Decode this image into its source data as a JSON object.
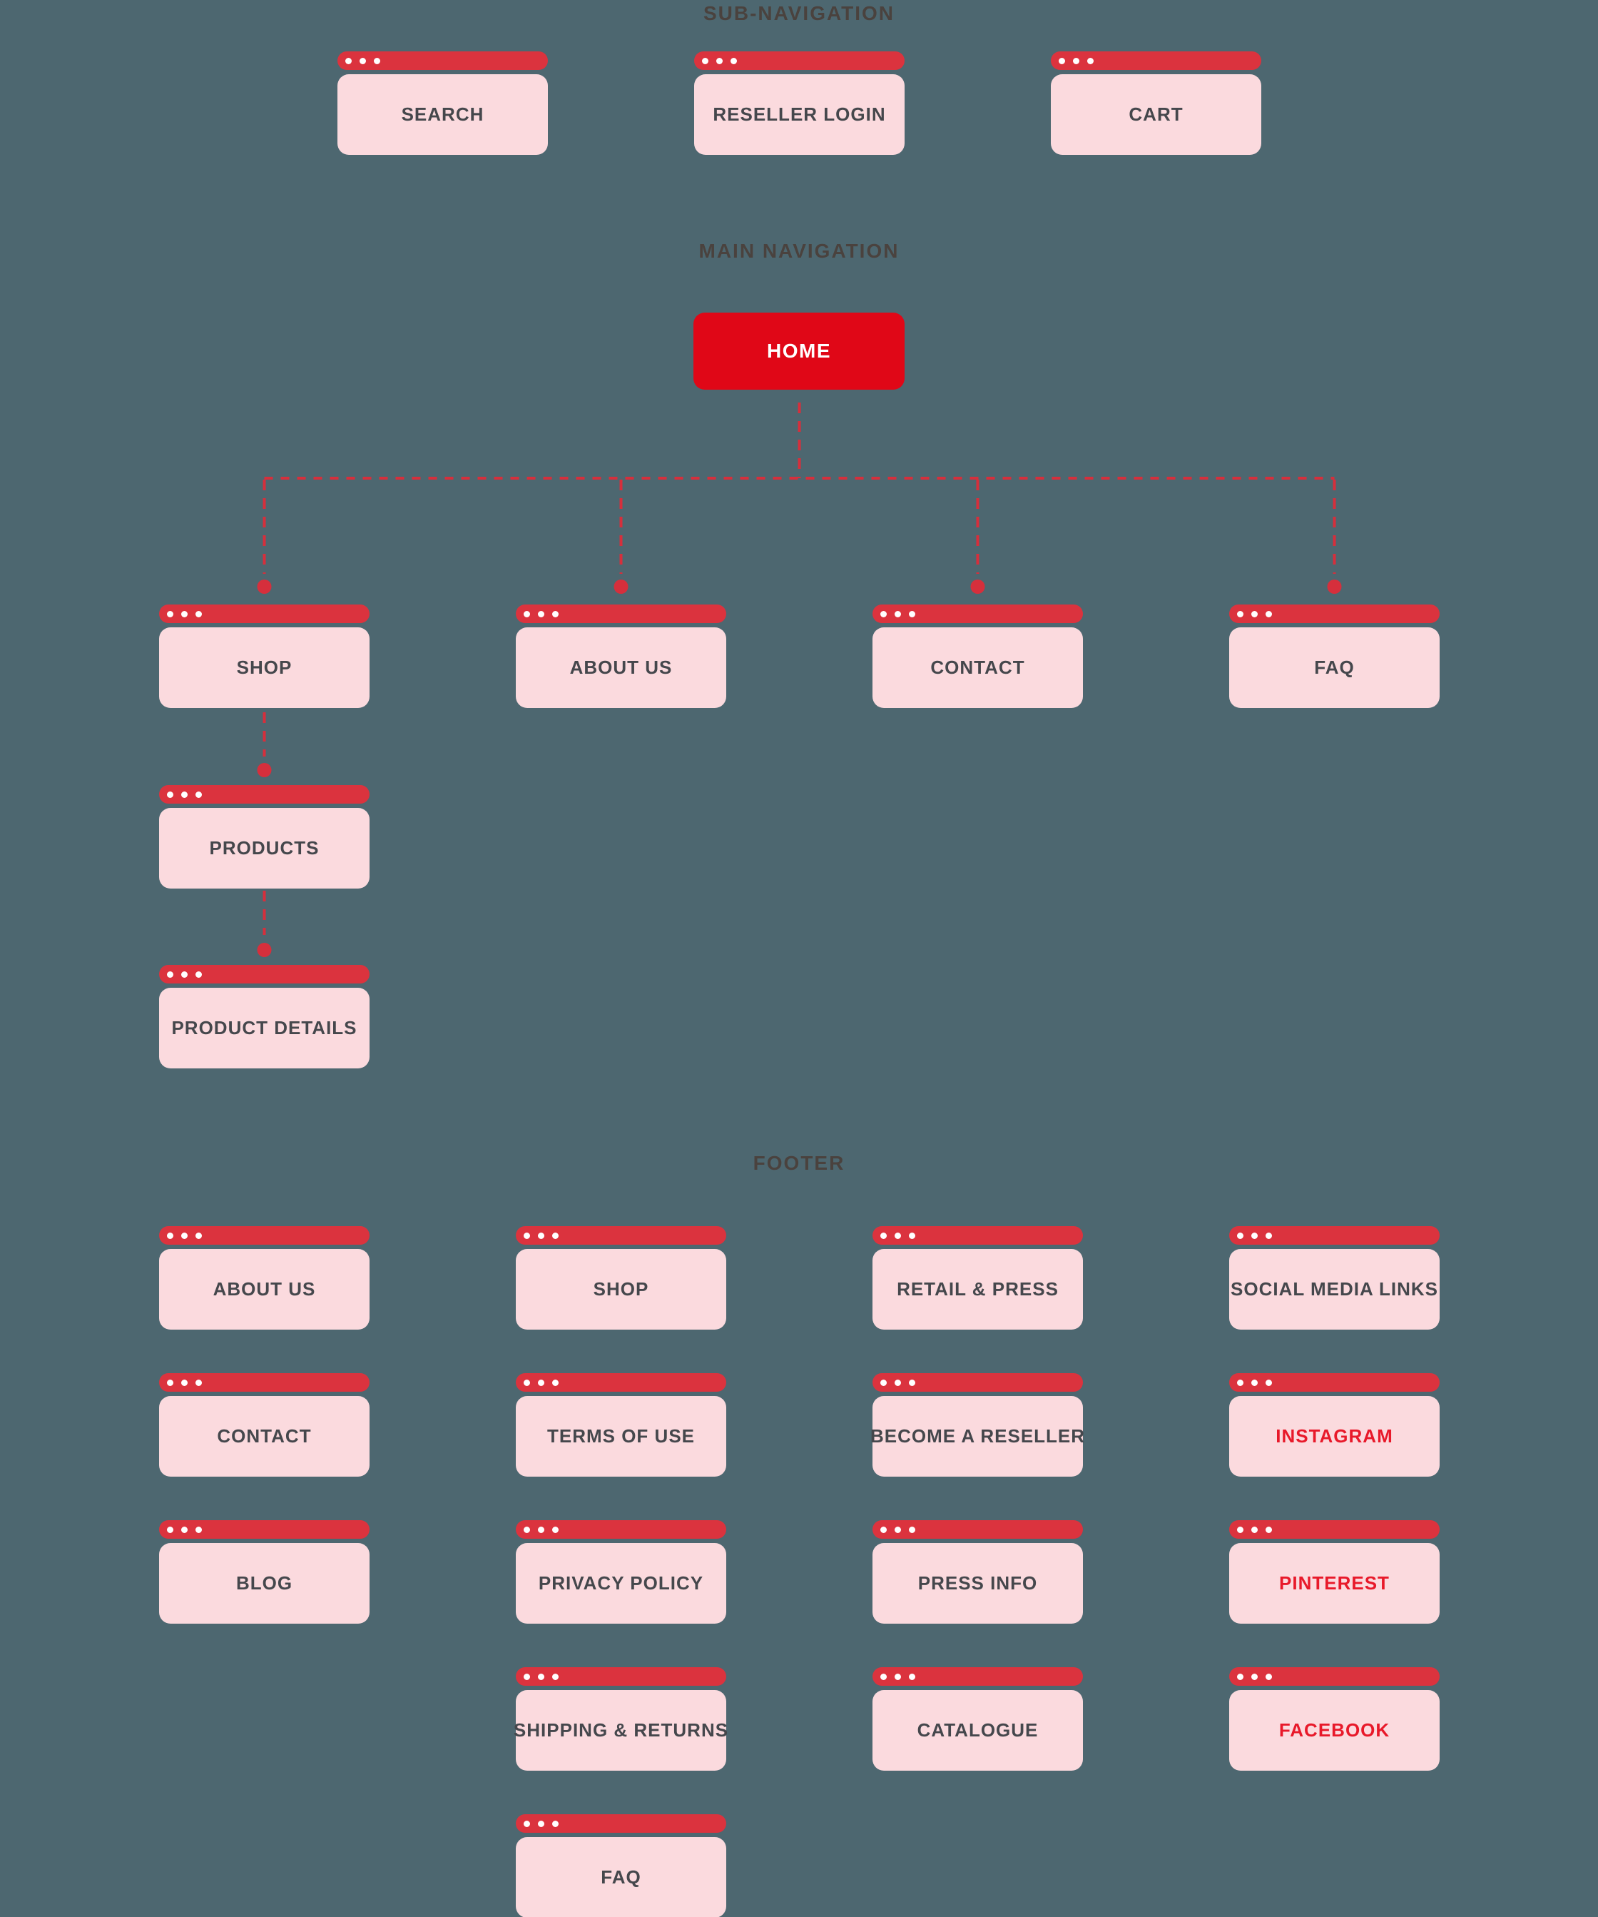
{
  "colors": {
    "background": "#4d6770",
    "titlebar_red": "#db333e",
    "home_red": "#e00717",
    "connector_red": "#d62f3c",
    "card_pink": "#fbdade",
    "label_dark": "#45474c",
    "link_red": "#e8192a",
    "section_title_color": "#4a423e",
    "dot_white": "#ffffff"
  },
  "sections": {
    "sub_navigation": {
      "title": "SUB-NAVIGATION",
      "items": [
        {
          "label": "SEARCH"
        },
        {
          "label": "RESELLER LOGIN"
        },
        {
          "label": "CART"
        }
      ]
    },
    "main_navigation": {
      "title": "MAIN NAVIGATION",
      "home": {
        "label": "HOME"
      },
      "items": [
        {
          "label": "SHOP"
        },
        {
          "label": "ABOUT US"
        },
        {
          "label": "CONTACT"
        },
        {
          "label": "FAQ"
        }
      ],
      "shop_children": [
        {
          "label": "PRODUCTS"
        },
        {
          "label": "PRODUCT DETAILS"
        }
      ]
    },
    "footer": {
      "title": "FOOTER",
      "columns": [
        {
          "items": [
            {
              "label": "ABOUT US"
            },
            {
              "label": "CONTACT"
            },
            {
              "label": "BLOG"
            }
          ]
        },
        {
          "items": [
            {
              "label": "SHOP"
            },
            {
              "label": "TERMS OF USE"
            },
            {
              "label": "PRIVACY POLICY"
            },
            {
              "label": "SHIPPING & RETURNS"
            },
            {
              "label": "FAQ"
            }
          ]
        },
        {
          "items": [
            {
              "label": "RETAIL & PRESS"
            },
            {
              "label": "BECOME A RESELLER"
            },
            {
              "label": "PRESS INFO"
            },
            {
              "label": "CATALOGUE"
            }
          ]
        },
        {
          "items": [
            {
              "label": "SOCIAL MEDIA LINKS"
            },
            {
              "label": "INSTAGRAM",
              "accent": true
            },
            {
              "label": "PINTEREST",
              "accent": true
            },
            {
              "label": "FACEBOOK",
              "accent": true
            }
          ]
        }
      ]
    }
  }
}
